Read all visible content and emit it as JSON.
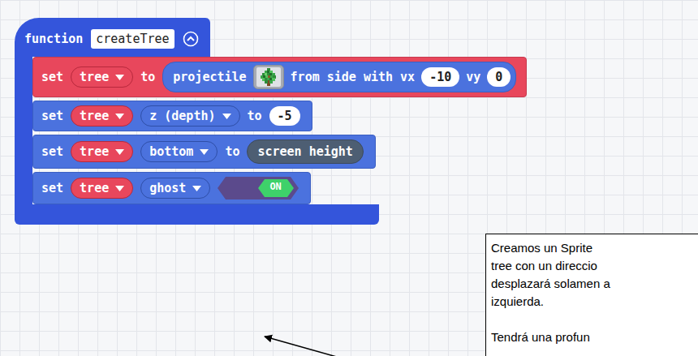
{
  "diagram": {
    "nodes": [
      {
        "text": [
          "function"
        ]
      },
      {
        "text": [
          "createTree"
        ],
        "in": 0
      },
      {
        "text": [
          "set",
          "to"
        ],
        "in": 0
      },
      {
        "text": [
          "tree"
        ],
        "in": 2
      },
      {
        "text": [
          "projectile",
          "from side with vx",
          "vy"
        ],
        "in": 2
      },
      {
        "text": [
          "-10"
        ],
        "in": 4
      },
      {
        "text": [
          "0"
        ],
        "in": 4
      },
      {
        "text": [
          "set",
          "to"
        ],
        "in": 0
      },
      {
        "text": [
          "tree"
        ],
        "in": 7
      },
      {
        "text": [
          "z (depth)"
        ],
        "in": 7
      },
      {
        "text": [
          "-5"
        ],
        "in": 7
      },
      {
        "text": [
          "set",
          "to"
        ],
        "in": 0
      },
      {
        "text": [
          "tree"
        ],
        "in": 11
      },
      {
        "text": [
          "bottom"
        ],
        "in": 11
      },
      {
        "text": [
          "screen height"
        ],
        "in": 11
      },
      {
        "text": [
          "set"
        ],
        "in": 0
      },
      {
        "text": [
          "tree"
        ],
        "in": 15
      },
      {
        "text": [
          "ghost"
        ],
        "in": 15
      },
      {
        "text": [
          "ON"
        ],
        "in": 15
      },
      {
        "text": [
          "Creamos un Sprite tree con un direccio desplazará solamen a izquierda.",
          "Tendrá una profun"
        ]
      }
    ]
  }
}
